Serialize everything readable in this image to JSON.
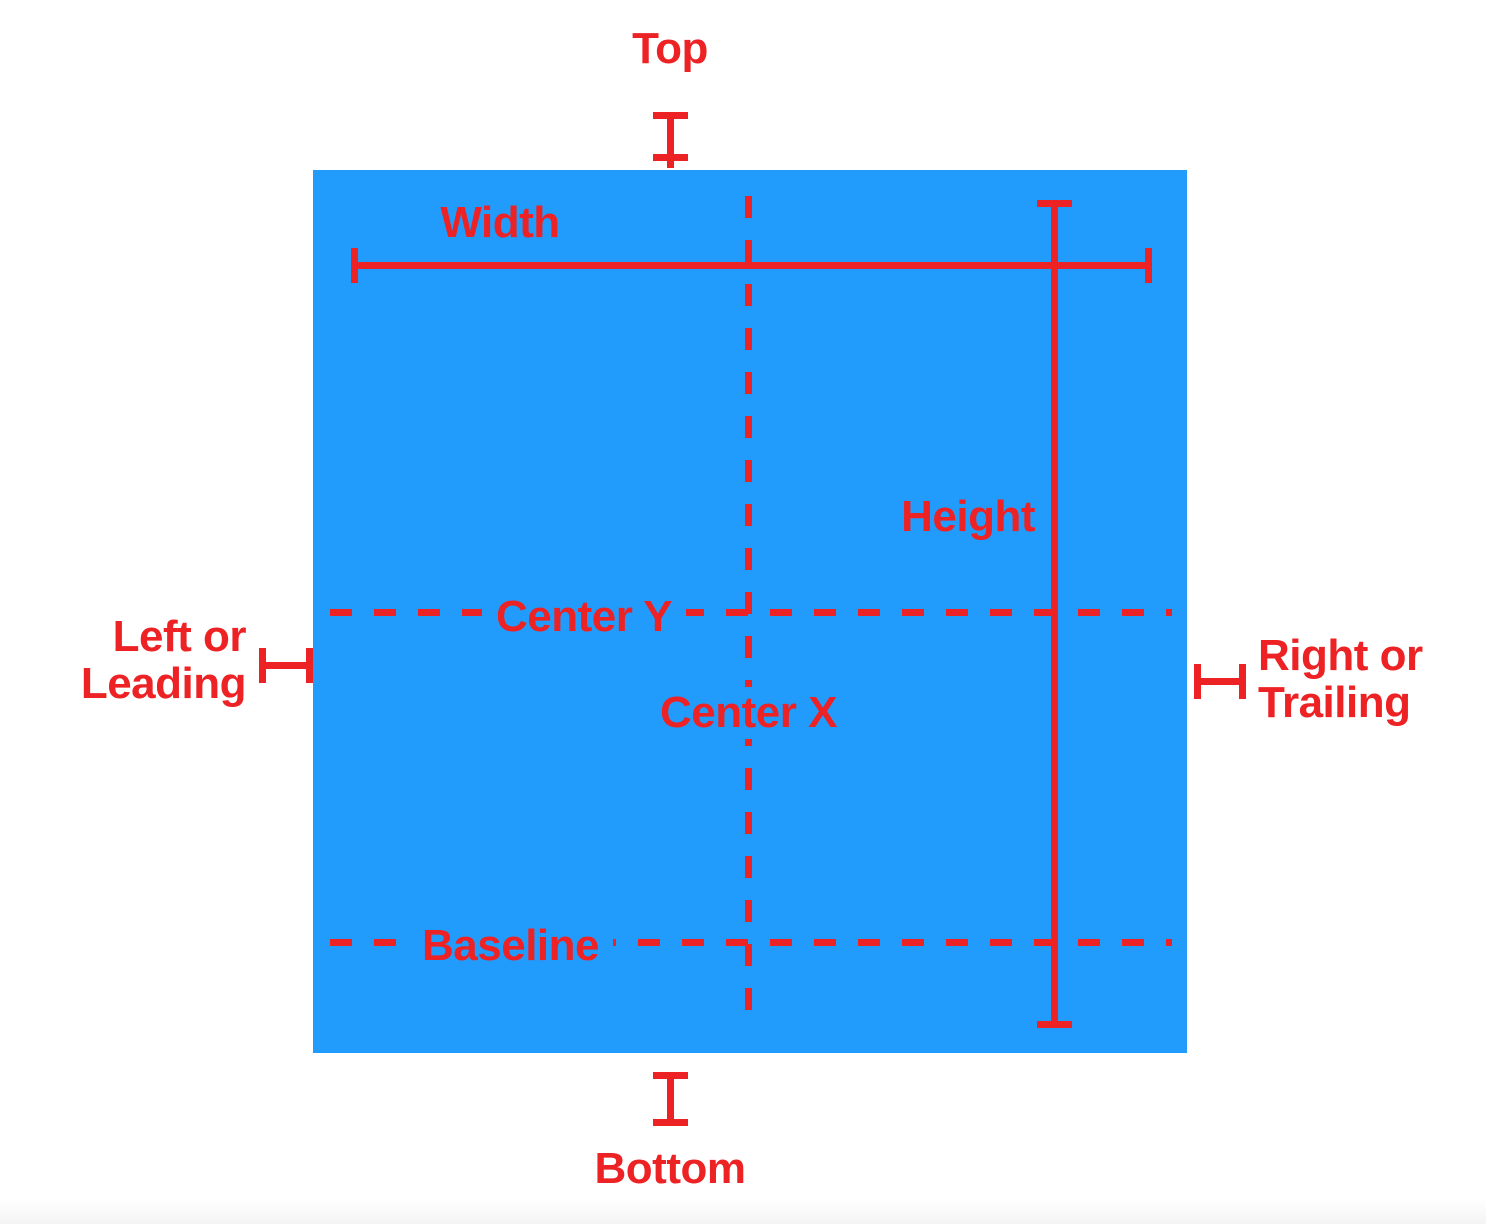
{
  "diagram": {
    "title_concept": "UI element geometry anchors",
    "colors": {
      "shape_fill": "#219CFD",
      "annotation": "#ED2224",
      "background": "#FFFFFF"
    },
    "shape": {
      "name": "reference-rectangle",
      "fill": "#219CFD"
    },
    "labels": {
      "top": "Top",
      "bottom": "Bottom",
      "left_leading": "Left or\nLeading",
      "right_trailing": "Right or\nTrailing",
      "width": "Width",
      "height": "Height",
      "center_x": "Center X",
      "center_y": "Center Y",
      "baseline": "Baseline"
    },
    "anchors": [
      {
        "id": "top",
        "label": "Top",
        "marker": "i-beam-vertical",
        "orientation": "vertical",
        "style": "solid"
      },
      {
        "id": "bottom",
        "label": "Bottom",
        "marker": "i-beam-vertical",
        "orientation": "vertical",
        "style": "solid"
      },
      {
        "id": "leading",
        "label": "Left or Leading",
        "marker": "i-beam-horizontal",
        "orientation": "horizontal",
        "style": "solid"
      },
      {
        "id": "trailing",
        "label": "Right or Trailing",
        "marker": "i-beam-horizontal",
        "orientation": "horizontal",
        "style": "solid"
      },
      {
        "id": "width",
        "label": "Width",
        "marker": "dimension-line",
        "orientation": "horizontal",
        "style": "solid"
      },
      {
        "id": "height",
        "label": "Height",
        "marker": "dimension-line",
        "orientation": "vertical",
        "style": "solid"
      },
      {
        "id": "center-x",
        "label": "Center X",
        "marker": "guide-line",
        "orientation": "vertical",
        "style": "dashed"
      },
      {
        "id": "center-y",
        "label": "Center Y",
        "marker": "guide-line",
        "orientation": "horizontal",
        "style": "dashed"
      },
      {
        "id": "baseline",
        "label": "Baseline",
        "marker": "guide-line",
        "orientation": "horizontal",
        "style": "dashed"
      }
    ]
  }
}
